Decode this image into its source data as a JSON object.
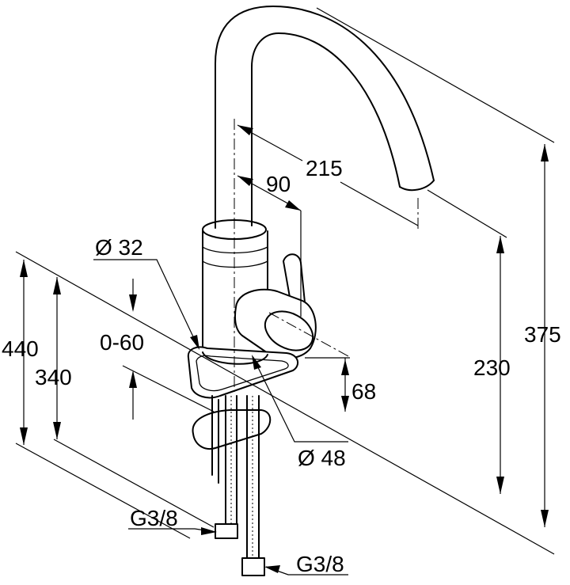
{
  "dimensions": {
    "d215": "215",
    "d90": "90",
    "d32": "Ø 32",
    "d060": "0-60",
    "d440": "440",
    "d340": "340",
    "d230": "230",
    "d375": "375",
    "d68": "68",
    "d48": "Ø 48",
    "g38_left": "G3/8",
    "g38_right": "G3/8"
  }
}
